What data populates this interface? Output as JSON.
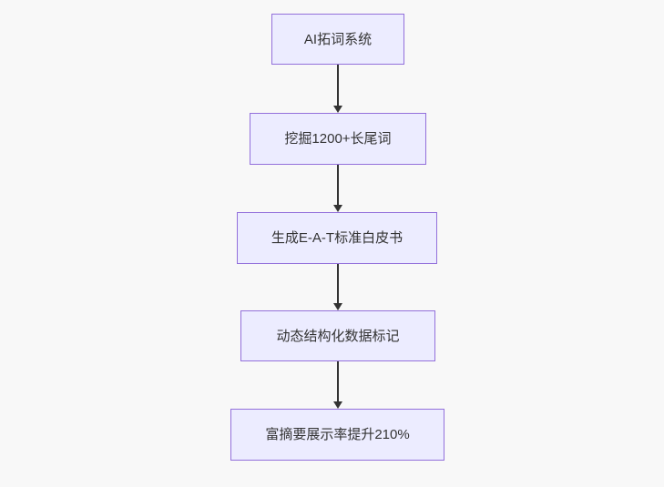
{
  "diagram": {
    "type": "flowchart",
    "direction": "top-down",
    "nodes": [
      {
        "id": "node-1",
        "label": "AI拓词系统"
      },
      {
        "id": "node-2",
        "label": "挖掘1200+长尾词"
      },
      {
        "id": "node-3",
        "label": "生成E-A-T标准白皮书"
      },
      {
        "id": "node-4",
        "label": "动态结构化数据标记"
      },
      {
        "id": "node-5",
        "label": "富摘要展示率提升210%"
      }
    ],
    "edges": [
      {
        "from": "AI拓词系统",
        "to": "挖掘1200+长尾词",
        "style": "arrow-down"
      },
      {
        "from": "挖掘1200+长尾词",
        "to": "生成E-A-T标准白皮书",
        "style": "arrow-down"
      },
      {
        "from": "生成E-A-T标准白皮书",
        "to": "动态结构化数据标记",
        "style": "arrow-down"
      },
      {
        "from": "动态结构化数据标记",
        "to": "富摘要展示率提升210%",
        "style": "arrow-down"
      }
    ],
    "colors": {
      "background": "#f8f8f8",
      "node_fill": "#ececff",
      "node_border": "#9370db",
      "node_text": "#333333",
      "arrow": "#333333"
    }
  }
}
